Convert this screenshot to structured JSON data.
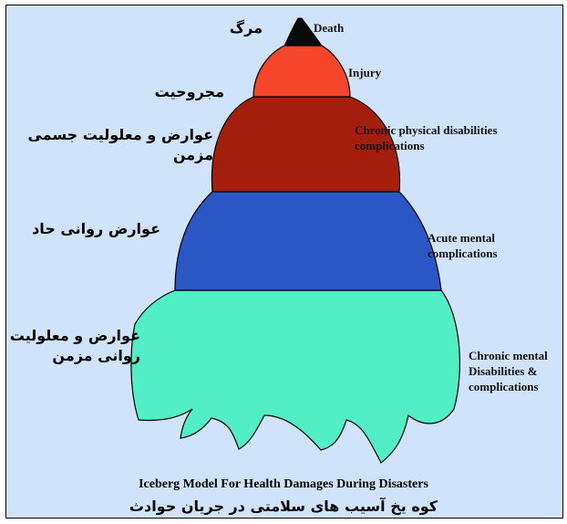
{
  "layers": [
    {
      "id": "death",
      "en": "Death",
      "fa": "مرگ",
      "color": "#0a0a0a"
    },
    {
      "id": "injury",
      "en": "Injury",
      "fa": "مجروحیت",
      "color": "#f5452a"
    },
    {
      "id": "chronic-physical",
      "en": "Chronic physical disabilities\ncomplications",
      "fa": "عوارض و معلولیت جسمی مزمن",
      "color": "#a41e0c"
    },
    {
      "id": "acute-mental",
      "en": "Acute mental\ncomplications",
      "fa": "عوارض روانی حاد",
      "color": "#2a56c6"
    },
    {
      "id": "chronic-mental",
      "en": "Chronic mental\nDisabilities &\ncomplications",
      "fa": "عوارض و معلولیت\nروانی مزمن",
      "color": "#52efc6"
    }
  ],
  "caption": {
    "en": "Iceberg Model For Health Damages During Disasters",
    "fa": "کوه یخ آسیب های سلامتی در جریان حوادث"
  }
}
